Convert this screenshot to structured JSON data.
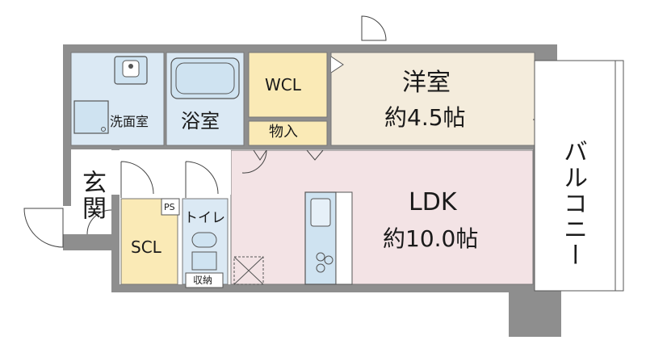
{
  "rooms": {
    "western": {
      "name": "洋室",
      "size": "約4.5帖"
    },
    "ldk": {
      "name": "LDK",
      "size": "約10.0帖"
    },
    "wcl": "WCL",
    "storage_in": "物入",
    "bath": "浴室",
    "washroom": "洗面室",
    "entrance": "玄関",
    "scl": "SCL",
    "toilet": "トイレ",
    "ps": "PS",
    "toilet_storage": "収納",
    "balcony": "バルコニー"
  },
  "colors": {
    "wall": "#8e8e8e",
    "western_floor": "#f4ecdc",
    "ldk_floor": "#f3e3e5",
    "closet_floor": "#faeab6",
    "wet_floor": "#dbe9f4",
    "fixture": "#cfe3f1",
    "line": "#333333"
  }
}
